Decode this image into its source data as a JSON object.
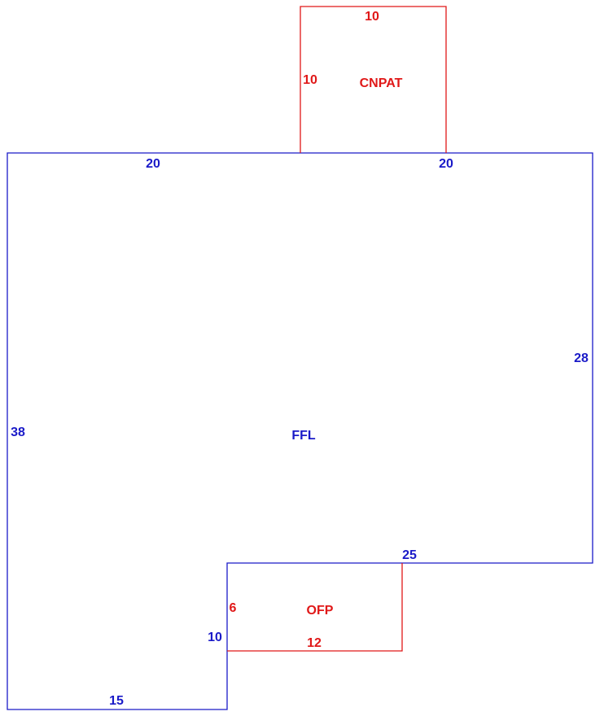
{
  "colors": {
    "main": "#1a1ac8",
    "addition": "#e01818",
    "background": "#ffffff"
  },
  "areas": {
    "ffl": {
      "code": "FFL",
      "dims": {
        "top_left": "20",
        "top_right": "20",
        "right": "28",
        "bottom_right": "25",
        "inner_vertical": "10",
        "bottom": "15",
        "left": "38"
      }
    },
    "cnpat": {
      "code": "CNPAT",
      "dims": {
        "top": "10",
        "side": "10"
      }
    },
    "ofp": {
      "code": "OFP",
      "dims": {
        "side": "6",
        "bottom": "12"
      }
    }
  }
}
